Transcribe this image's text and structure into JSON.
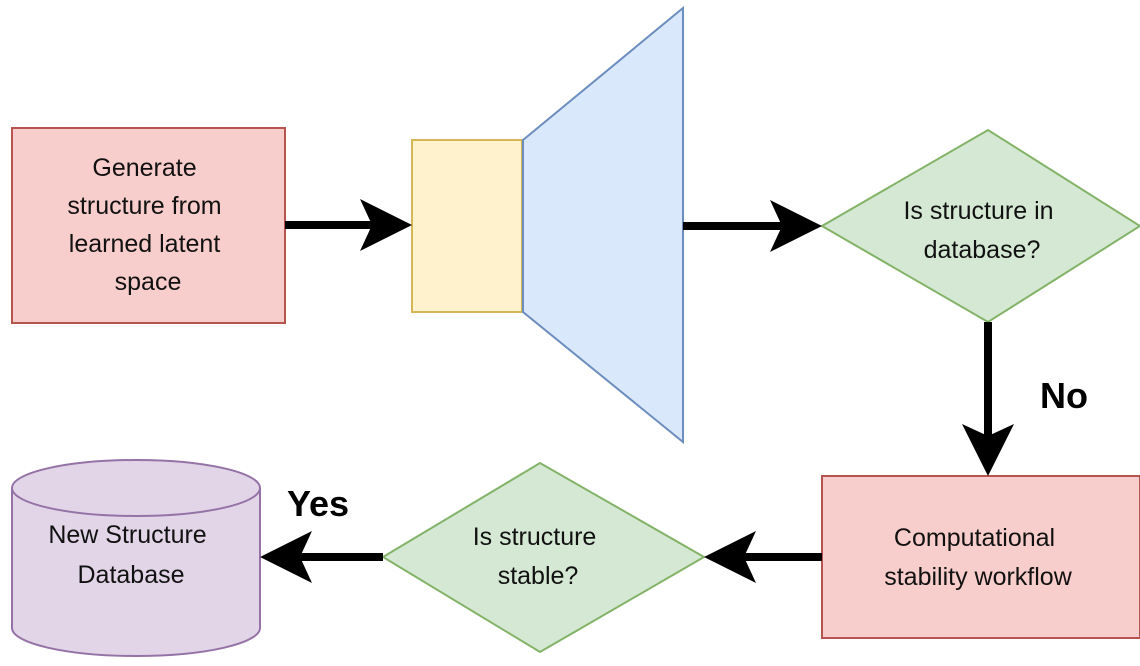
{
  "nodes": {
    "generate": {
      "lines": [
        "Generate",
        "structure from",
        "learned latent",
        "space"
      ]
    },
    "in_database": {
      "lines": [
        "Is structure in",
        "database?"
      ]
    },
    "workflow": {
      "lines": [
        "Computational",
        "stability workflow"
      ]
    },
    "stable": {
      "lines": [
        "Is structure",
        "stable?"
      ]
    },
    "new_db": {
      "lines": [
        "New Structure",
        "Database"
      ]
    }
  },
  "edges": {
    "no_label": "No",
    "yes_label": "Yes"
  },
  "colors": {
    "process_fill": "#f8cecc",
    "process_stroke": "#b85450",
    "decision_fill": "#d5e8d4",
    "decision_stroke": "#82b366",
    "latent_fill": "#fff2cc",
    "latent_stroke": "#d6b656",
    "decoder_fill": "#dae8fc",
    "decoder_stroke": "#6c8ebf",
    "database_fill": "#e1d5e7",
    "database_stroke": "#9673a6",
    "arrow": "#000000"
  }
}
